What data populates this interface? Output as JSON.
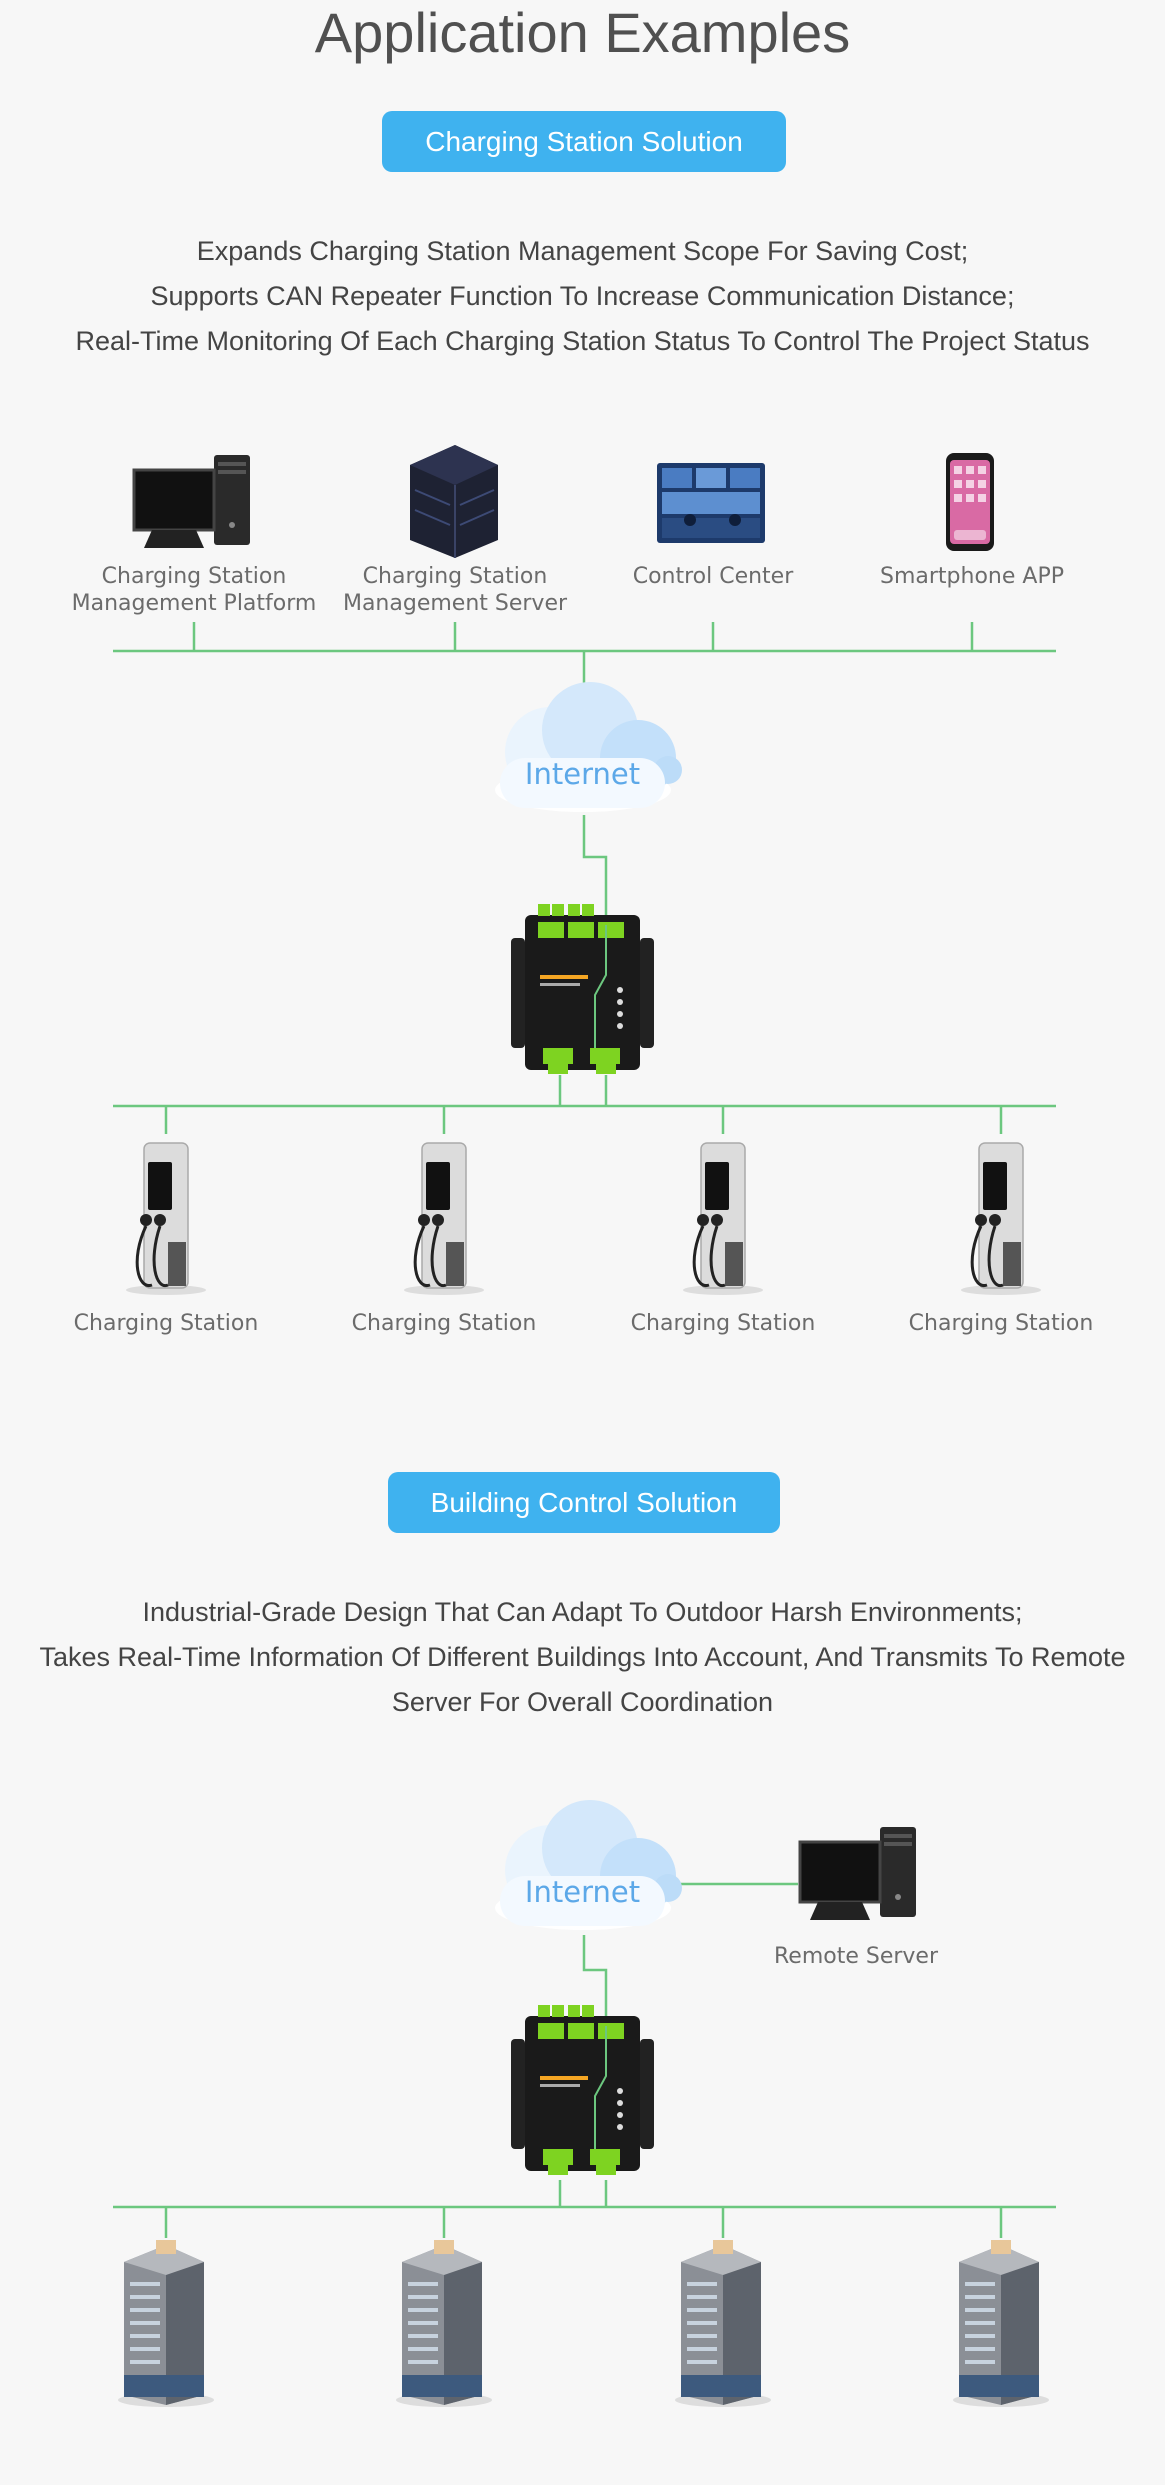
{
  "header": {
    "title": "Application Examples"
  },
  "section1": {
    "button": "Charging Station Solution",
    "desc": [
      "Expands Charging Station Management Scope For Saving Cost;",
      "Supports CAN Repeater Function To Increase Communication Distance;",
      "Real-Time Monitoring Of Each Charging Station Status To Control The Project Status"
    ],
    "top_nodes": [
      {
        "label": "Charging Station\nManagement Platform",
        "icon": "computer-icon"
      },
      {
        "label": "Charging Station\nManagement Server",
        "icon": "server-rack-icon"
      },
      {
        "label": "Control Center",
        "icon": "control-room-icon"
      },
      {
        "label": "Smartphone APP",
        "icon": "smartphone-icon"
      }
    ],
    "cloud": "Internet",
    "bottom_nodes": [
      {
        "label": "Charging Station",
        "icon": "charging-station-icon"
      },
      {
        "label": "Charging Station",
        "icon": "charging-station-icon"
      },
      {
        "label": "Charging Station",
        "icon": "charging-station-icon"
      },
      {
        "label": "Charging Station",
        "icon": "charging-station-icon"
      }
    ]
  },
  "section2": {
    "button": "Building Control Solution",
    "desc": [
      "Industrial-Grade Design That Can Adapt To Outdoor Harsh Environments;",
      "Takes Real-Time Information Of Different Buildings Into Account, And Transmits To Remote",
      "Server For Overall Coordination"
    ],
    "cloud": "Internet",
    "remote": {
      "label": "Remote Server",
      "icon": "computer-icon"
    },
    "buildings": [
      "building-icon",
      "building-icon",
      "building-icon",
      "building-icon"
    ]
  },
  "colors": {
    "accent": "#3fb2ef",
    "line": "#6cc77f",
    "device": "#1a1a1a",
    "terminal": "#7ed321"
  }
}
